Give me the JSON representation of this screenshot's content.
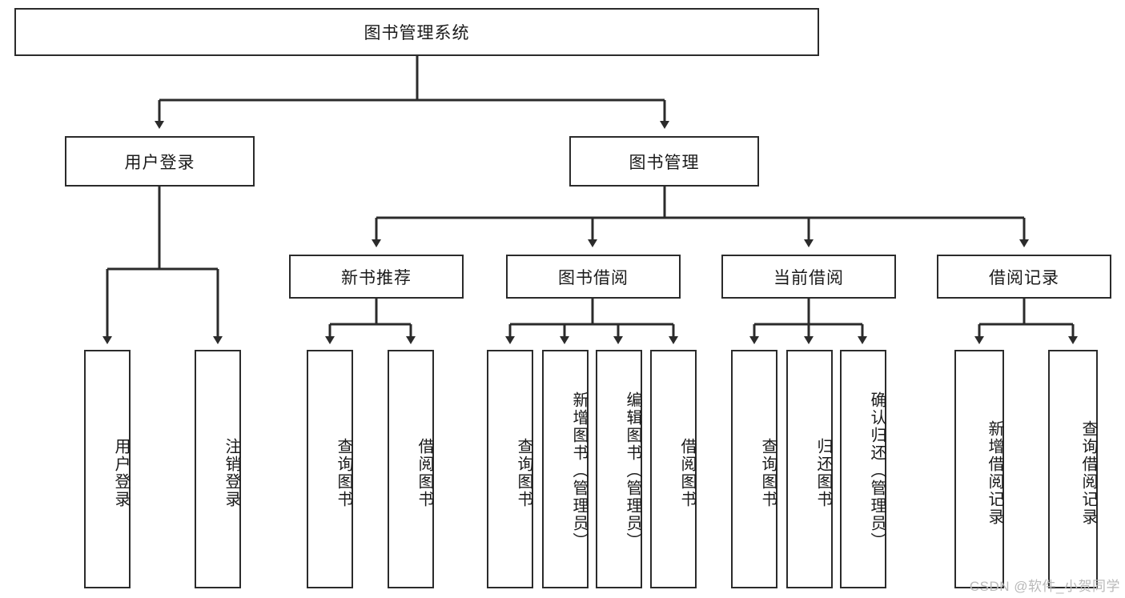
{
  "diagram": {
    "title": "图书管理系统",
    "type": "tree",
    "root": {
      "id": "root",
      "label": "图书管理系统"
    },
    "level2": [
      {
        "id": "user-login",
        "label": "用户登录"
      },
      {
        "id": "book-manage",
        "label": "图书管理"
      }
    ],
    "level3": [
      {
        "id": "new-book-rec",
        "label": "新书推荐"
      },
      {
        "id": "book-borrow",
        "label": "图书借阅"
      },
      {
        "id": "current-borrow",
        "label": "当前借阅"
      },
      {
        "id": "borrow-record",
        "label": "借阅记录"
      }
    ],
    "leaves": {
      "user_login": [
        {
          "id": "leaf-user-login",
          "label": "用户登录"
        },
        {
          "id": "leaf-logout",
          "label": "注销登录"
        }
      ],
      "new_book_rec": [
        {
          "id": "leaf-query-book-1",
          "label": "查询图书"
        },
        {
          "id": "leaf-borrow-book-1",
          "label": "借阅图书"
        }
      ],
      "book_borrow": [
        {
          "id": "leaf-query-book-2",
          "label": "查询图书"
        },
        {
          "id": "leaf-add-book",
          "label": "新增图书（管理员）"
        },
        {
          "id": "leaf-edit-book",
          "label": "编辑图书（管理员）"
        },
        {
          "id": "leaf-borrow-book-2",
          "label": "借阅图书"
        }
      ],
      "current_borrow": [
        {
          "id": "leaf-query-book-3",
          "label": "查询图书"
        },
        {
          "id": "leaf-return-book",
          "label": "归还图书"
        },
        {
          "id": "leaf-confirm-return",
          "label": "确认归还（管理员）"
        }
      ],
      "borrow_record": [
        {
          "id": "leaf-add-record",
          "label": "新增借阅记录"
        },
        {
          "id": "leaf-query-record",
          "label": "查询借阅记录"
        }
      ]
    }
  },
  "watermark": {
    "text": "CSDN @软件_小贺同学"
  },
  "colors": {
    "stroke": "#2b2b2b",
    "fill": "#ffffff",
    "text": "#1a1a1a",
    "watermark": "#b9b9b9"
  }
}
